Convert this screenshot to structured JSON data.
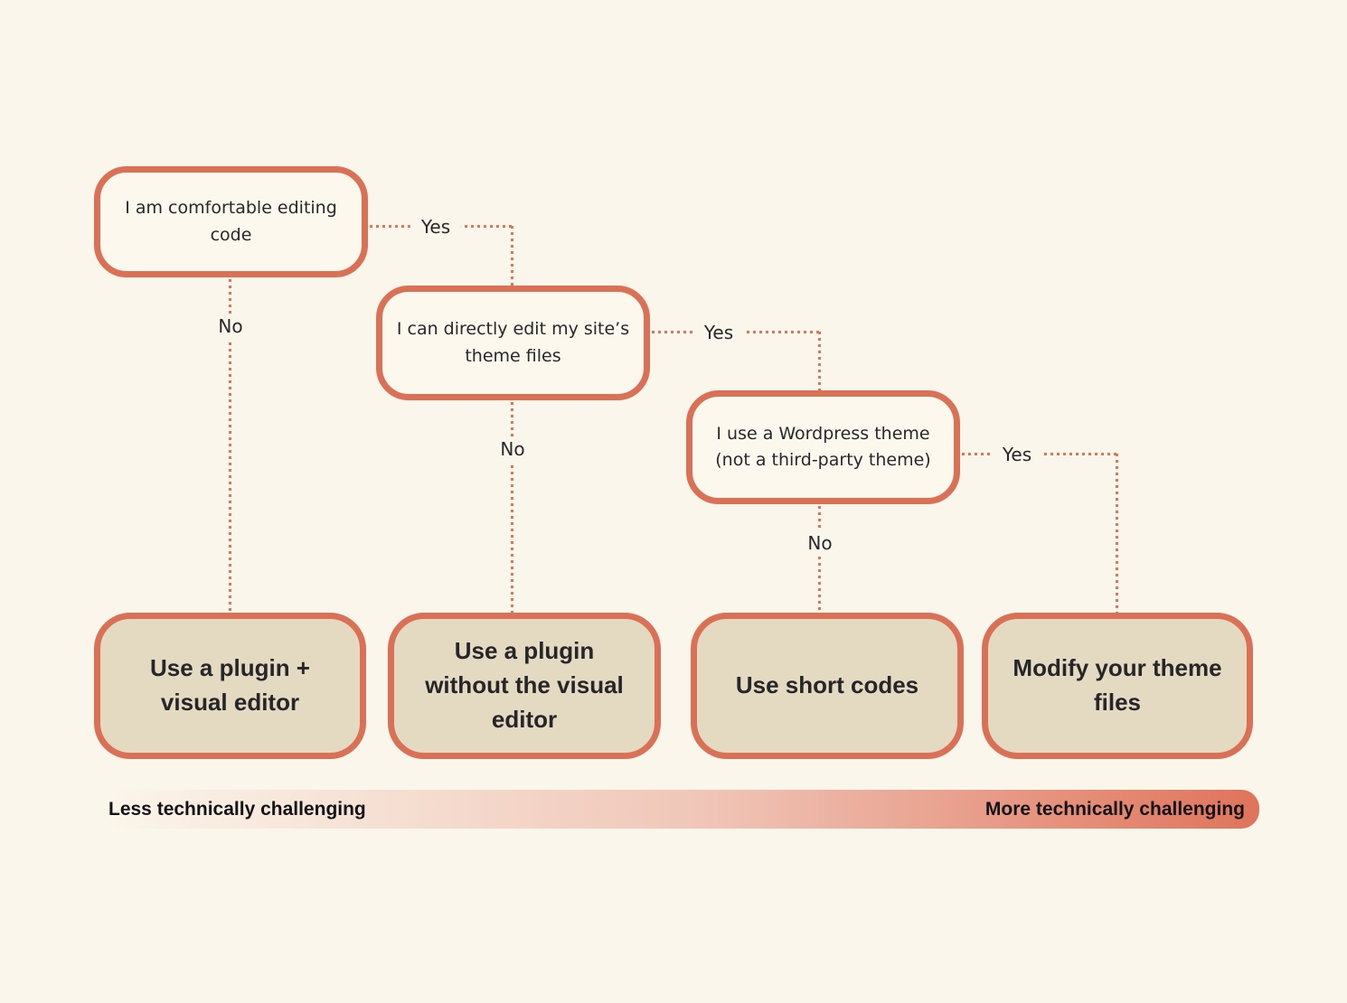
{
  "diagram": {
    "decisions": [
      {
        "label": "I am comfortable editing code"
      },
      {
        "label": "I can directly edit my site’s\ntheme files"
      },
      {
        "label": "I use a Wordpress theme\n(not a third-party theme)"
      }
    ],
    "outcomes": [
      {
        "label": "Use a plugin +\nvisual editor"
      },
      {
        "label": "Use a plugin\nwithout the visual\neditor"
      },
      {
        "label": "Use short codes"
      },
      {
        "label": "Modify your theme\nfiles"
      }
    ],
    "edge_labels": {
      "yes": "Yes",
      "no": "No"
    },
    "axis_bar": {
      "left_label": "Less technically challenging",
      "right_label": "More technically challenging"
    },
    "colors": {
      "background": "#FBF6EB",
      "node_fill": "#FCF8EE",
      "node_border": "#DA7157",
      "outcome_fill": "#E4D9C1",
      "connector": "#DE7558",
      "text": "#28282B",
      "bar_start": "#FBF6EB",
      "bar_end": "#E0735B"
    }
  }
}
